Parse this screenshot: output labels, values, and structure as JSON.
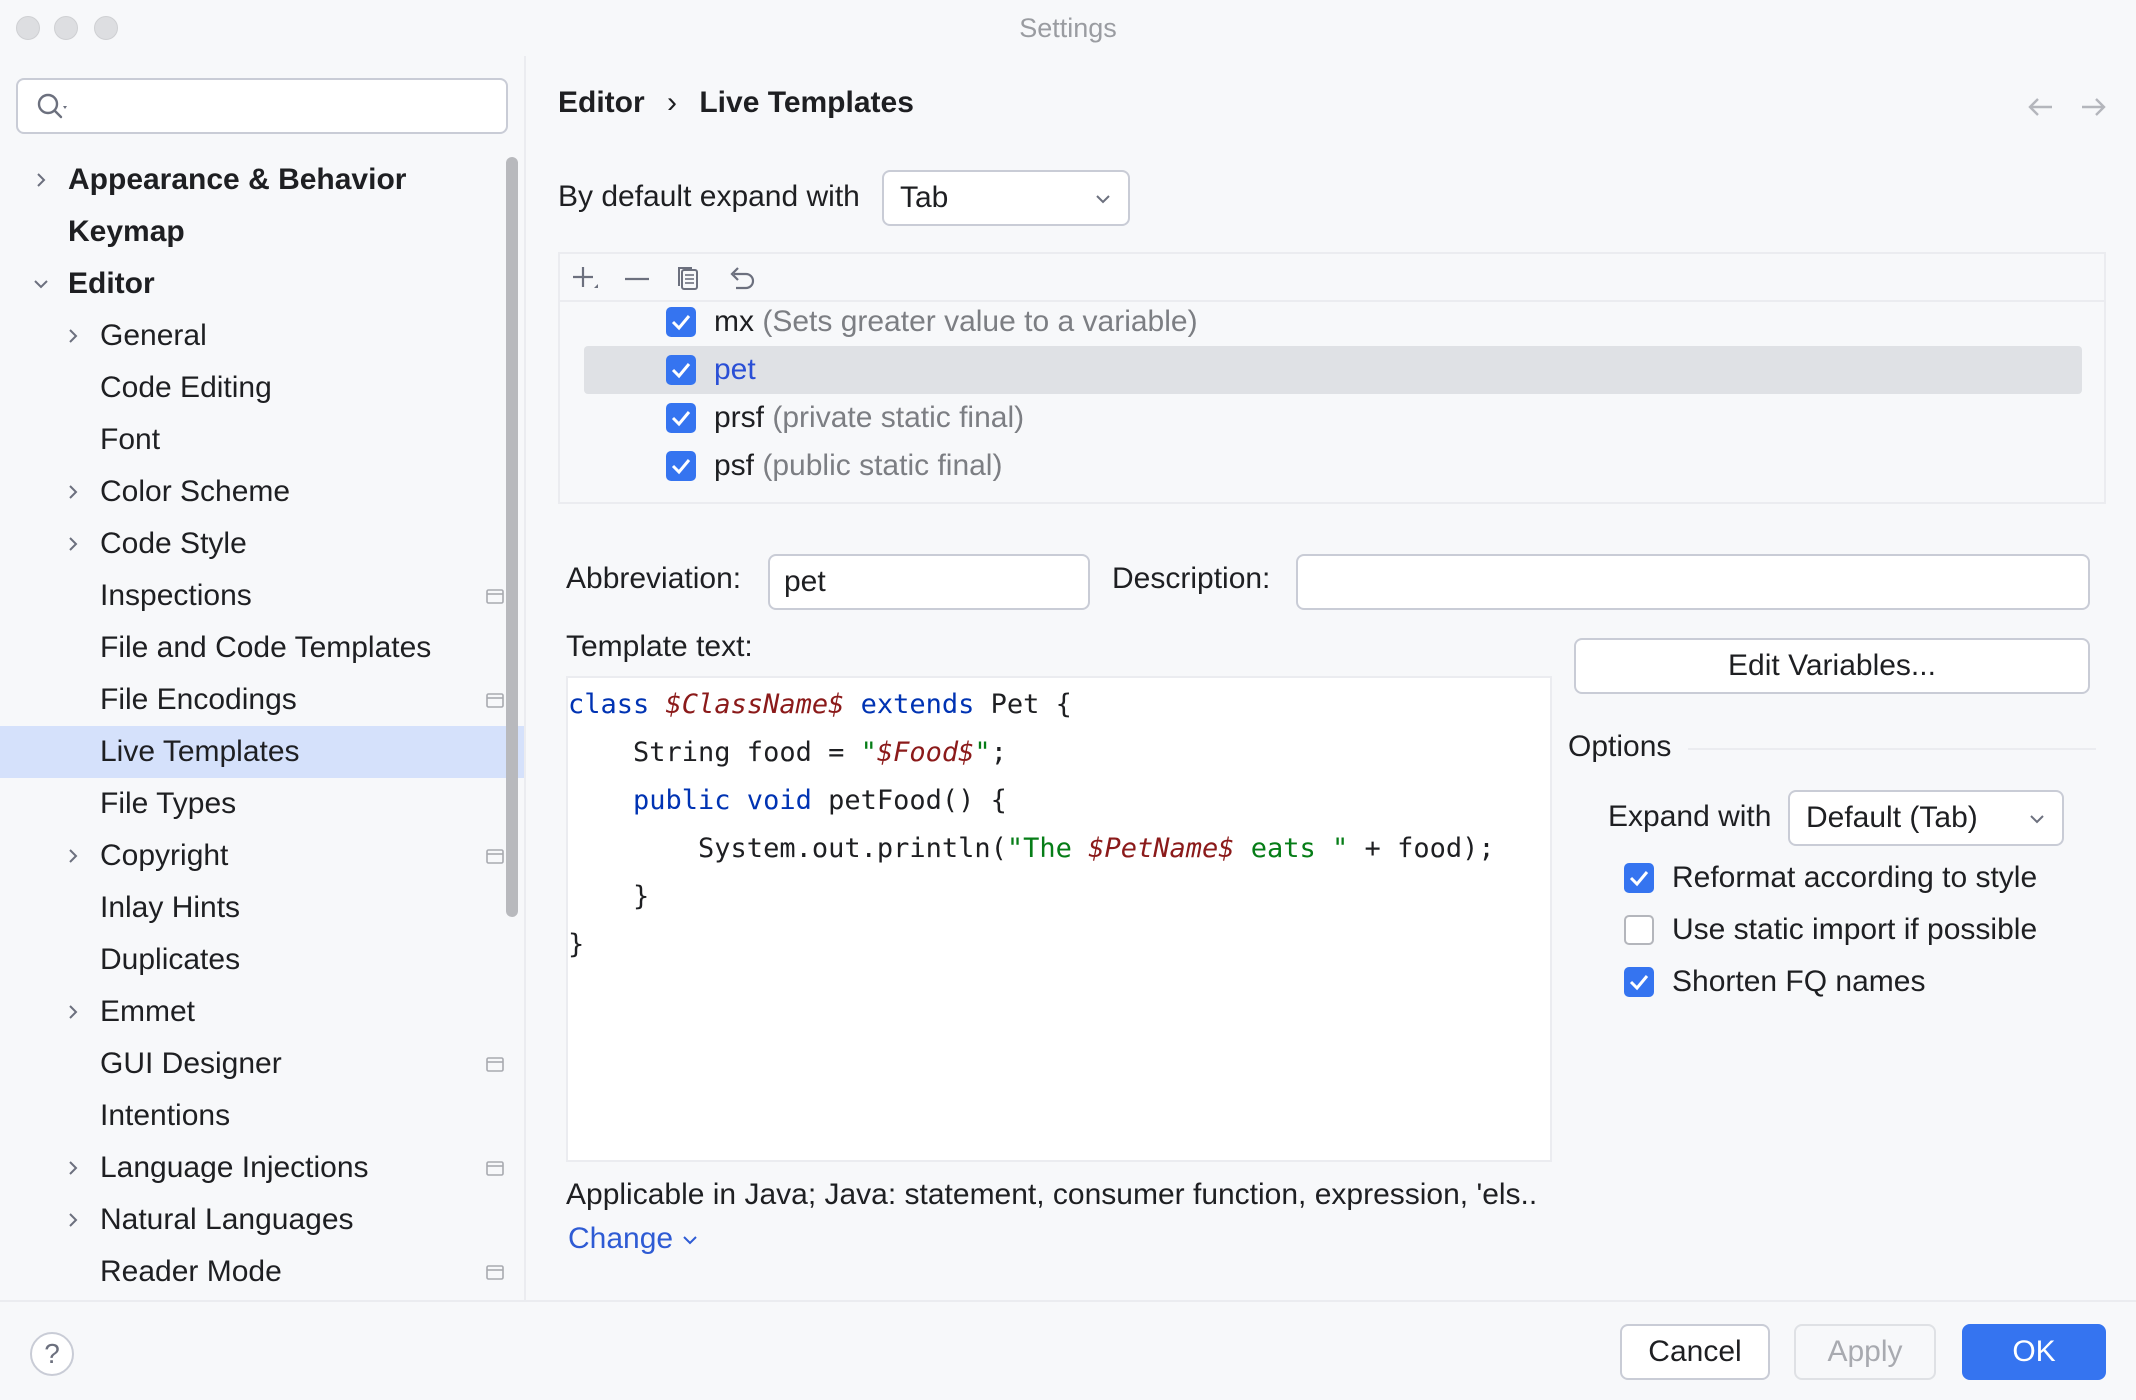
{
  "window": {
    "title": "Settings"
  },
  "search": {
    "placeholder": ""
  },
  "sidebar": {
    "items": [
      {
        "label": "Appearance & Behavior",
        "level": 0,
        "bold": true,
        "chevron": "right"
      },
      {
        "label": "Keymap",
        "level": 0,
        "bold": true,
        "chevron": ""
      },
      {
        "label": "Editor",
        "level": 0,
        "bold": true,
        "chevron": "down"
      },
      {
        "label": "General",
        "level": 1,
        "chevron": "right"
      },
      {
        "label": "Code Editing",
        "level": 1,
        "chevron": ""
      },
      {
        "label": "Font",
        "level": 1,
        "chevron": ""
      },
      {
        "label": "Color Scheme",
        "level": 1,
        "chevron": "right"
      },
      {
        "label": "Code Style",
        "level": 1,
        "chevron": "right"
      },
      {
        "label": "Inspections",
        "level": 1,
        "chevron": "",
        "project_icon": true
      },
      {
        "label": "File and Code Templates",
        "level": 1,
        "chevron": ""
      },
      {
        "label": "File Encodings",
        "level": 1,
        "chevron": "",
        "project_icon": true
      },
      {
        "label": "Live Templates",
        "level": 1,
        "chevron": "",
        "selected": true
      },
      {
        "label": "File Types",
        "level": 1,
        "chevron": ""
      },
      {
        "label": "Copyright",
        "level": 1,
        "chevron": "right",
        "project_icon": true
      },
      {
        "label": "Inlay Hints",
        "level": 1,
        "chevron": ""
      },
      {
        "label": "Duplicates",
        "level": 1,
        "chevron": ""
      },
      {
        "label": "Emmet",
        "level": 1,
        "chevron": "right"
      },
      {
        "label": "GUI Designer",
        "level": 1,
        "chevron": "",
        "project_icon": true
      },
      {
        "label": "Intentions",
        "level": 1,
        "chevron": ""
      },
      {
        "label": "Language Injections",
        "level": 1,
        "chevron": "right",
        "project_icon": true
      },
      {
        "label": "Natural Languages",
        "level": 1,
        "chevron": "right"
      },
      {
        "label": "Reader Mode",
        "level": 1,
        "chevron": "",
        "project_icon": true
      }
    ]
  },
  "breadcrumb": {
    "parent": "Editor",
    "separator": "›",
    "current": "Live Templates"
  },
  "expand_default": {
    "label": "By default expand with",
    "value": "Tab"
  },
  "templates": [
    {
      "name": "mx",
      "description": "(Sets greater value to a variable)",
      "checked": true
    },
    {
      "name": "pet",
      "description": "",
      "checked": true,
      "selected": true
    },
    {
      "name": "prsf",
      "description": "(private static final)",
      "checked": true
    },
    {
      "name": "psf",
      "description": "(public static final)",
      "checked": true
    }
  ],
  "form": {
    "abbreviation_label": "Abbreviation:",
    "abbreviation_value": "pet",
    "description_label": "Description:",
    "description_value": "",
    "template_text_label": "Template text:"
  },
  "code": {
    "l1_kw": "class ",
    "l1_var": "$ClassName$",
    "l1_kw2": " extends",
    "l1_rest": " Pet {",
    "l2_a": "    String food = ",
    "l2_q1": "\"",
    "l2_var": "$Food$",
    "l2_q2": "\"",
    "l2_end": ";",
    "l3_kw": "    public void",
    "l3_rest": " petFood() {",
    "l4_a": "        System.out.println(",
    "l4_s1": "\"The ",
    "l4_var": "$PetName$",
    "l4_s2": " eats \"",
    "l4_end": " + food);",
    "l5": "    }",
    "l6": "}"
  },
  "edit_variables_button": "Edit Variables...",
  "options": {
    "title": "Options",
    "expand_with_label": "Expand with",
    "expand_with_value": "Default (Tab)",
    "reformat": {
      "label": "Reformat according to style",
      "checked": true
    },
    "static_import": {
      "label": "Use static import if possible",
      "checked": false
    },
    "shorten_fq": {
      "label": "Shorten FQ names",
      "checked": true
    }
  },
  "applicable": {
    "text": "Applicable in Java; Java: statement, consumer function, expression, 'els..",
    "change_link": "Change"
  },
  "footer": {
    "help": "?",
    "cancel": "Cancel",
    "apply": "Apply",
    "ok": "OK"
  },
  "colors": {
    "accent": "#3574f0",
    "selection": "#d5e1fb",
    "link": "#2e5bd4"
  }
}
